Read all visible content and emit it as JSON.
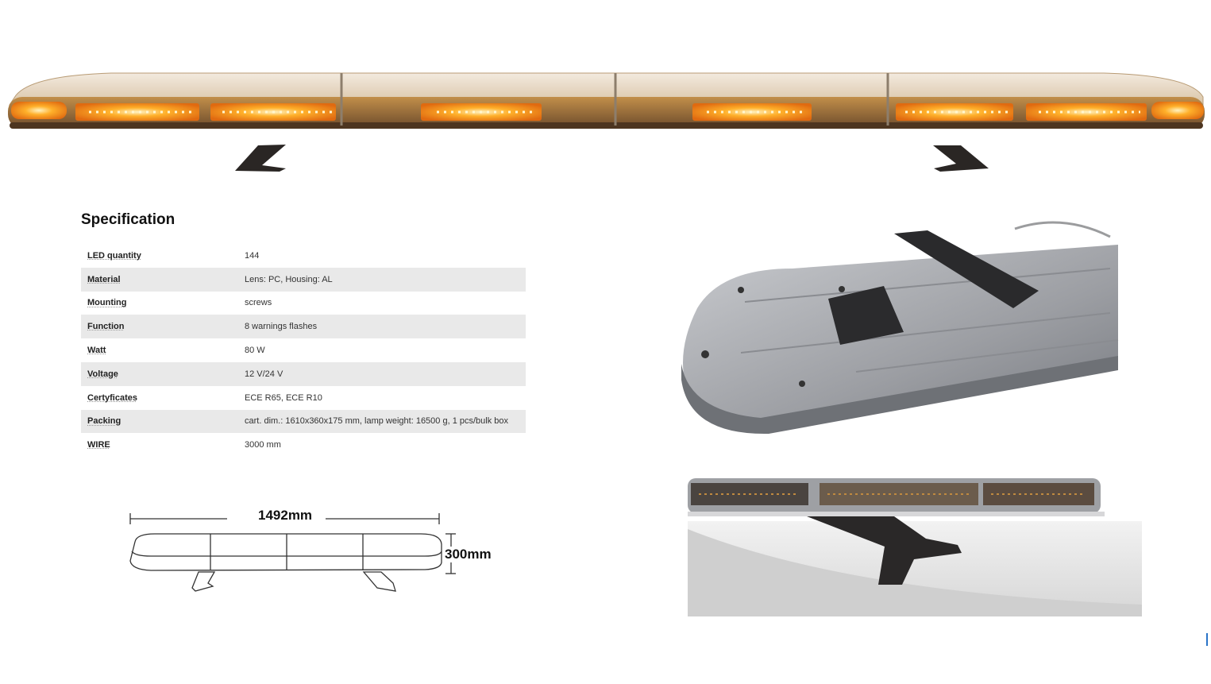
{
  "specification": {
    "title": "Specification",
    "rows": [
      {
        "label": "LED quantity",
        "value": "144"
      },
      {
        "label": "Material",
        "value": "Lens: PC, Housing: AL"
      },
      {
        "label": "Mounting",
        "value": "screws"
      },
      {
        "label": "Function",
        "value": "8 warnings flashes"
      },
      {
        "label": "Watt",
        "value": "80 W"
      },
      {
        "label": "Voltage",
        "value": "12 V/24 V"
      },
      {
        "label": "Certyficates",
        "value": "ECE R65, ECE R10"
      },
      {
        "label": "Packing",
        "value": "cart. dim.: 1610x360x175 mm, lamp weight: 16500 g, 1 pcs/bulk box"
      },
      {
        "label": "WIRE",
        "value": "3000 mm"
      }
    ]
  },
  "dimensions": {
    "width_label": "1492mm",
    "height_label": "300mm"
  },
  "colors": {
    "led_amber": "#ffa51c",
    "housing_silver": "#a9abaf",
    "bracket_dark": "#2a2624",
    "table_stripe": "#e9e9e9"
  }
}
